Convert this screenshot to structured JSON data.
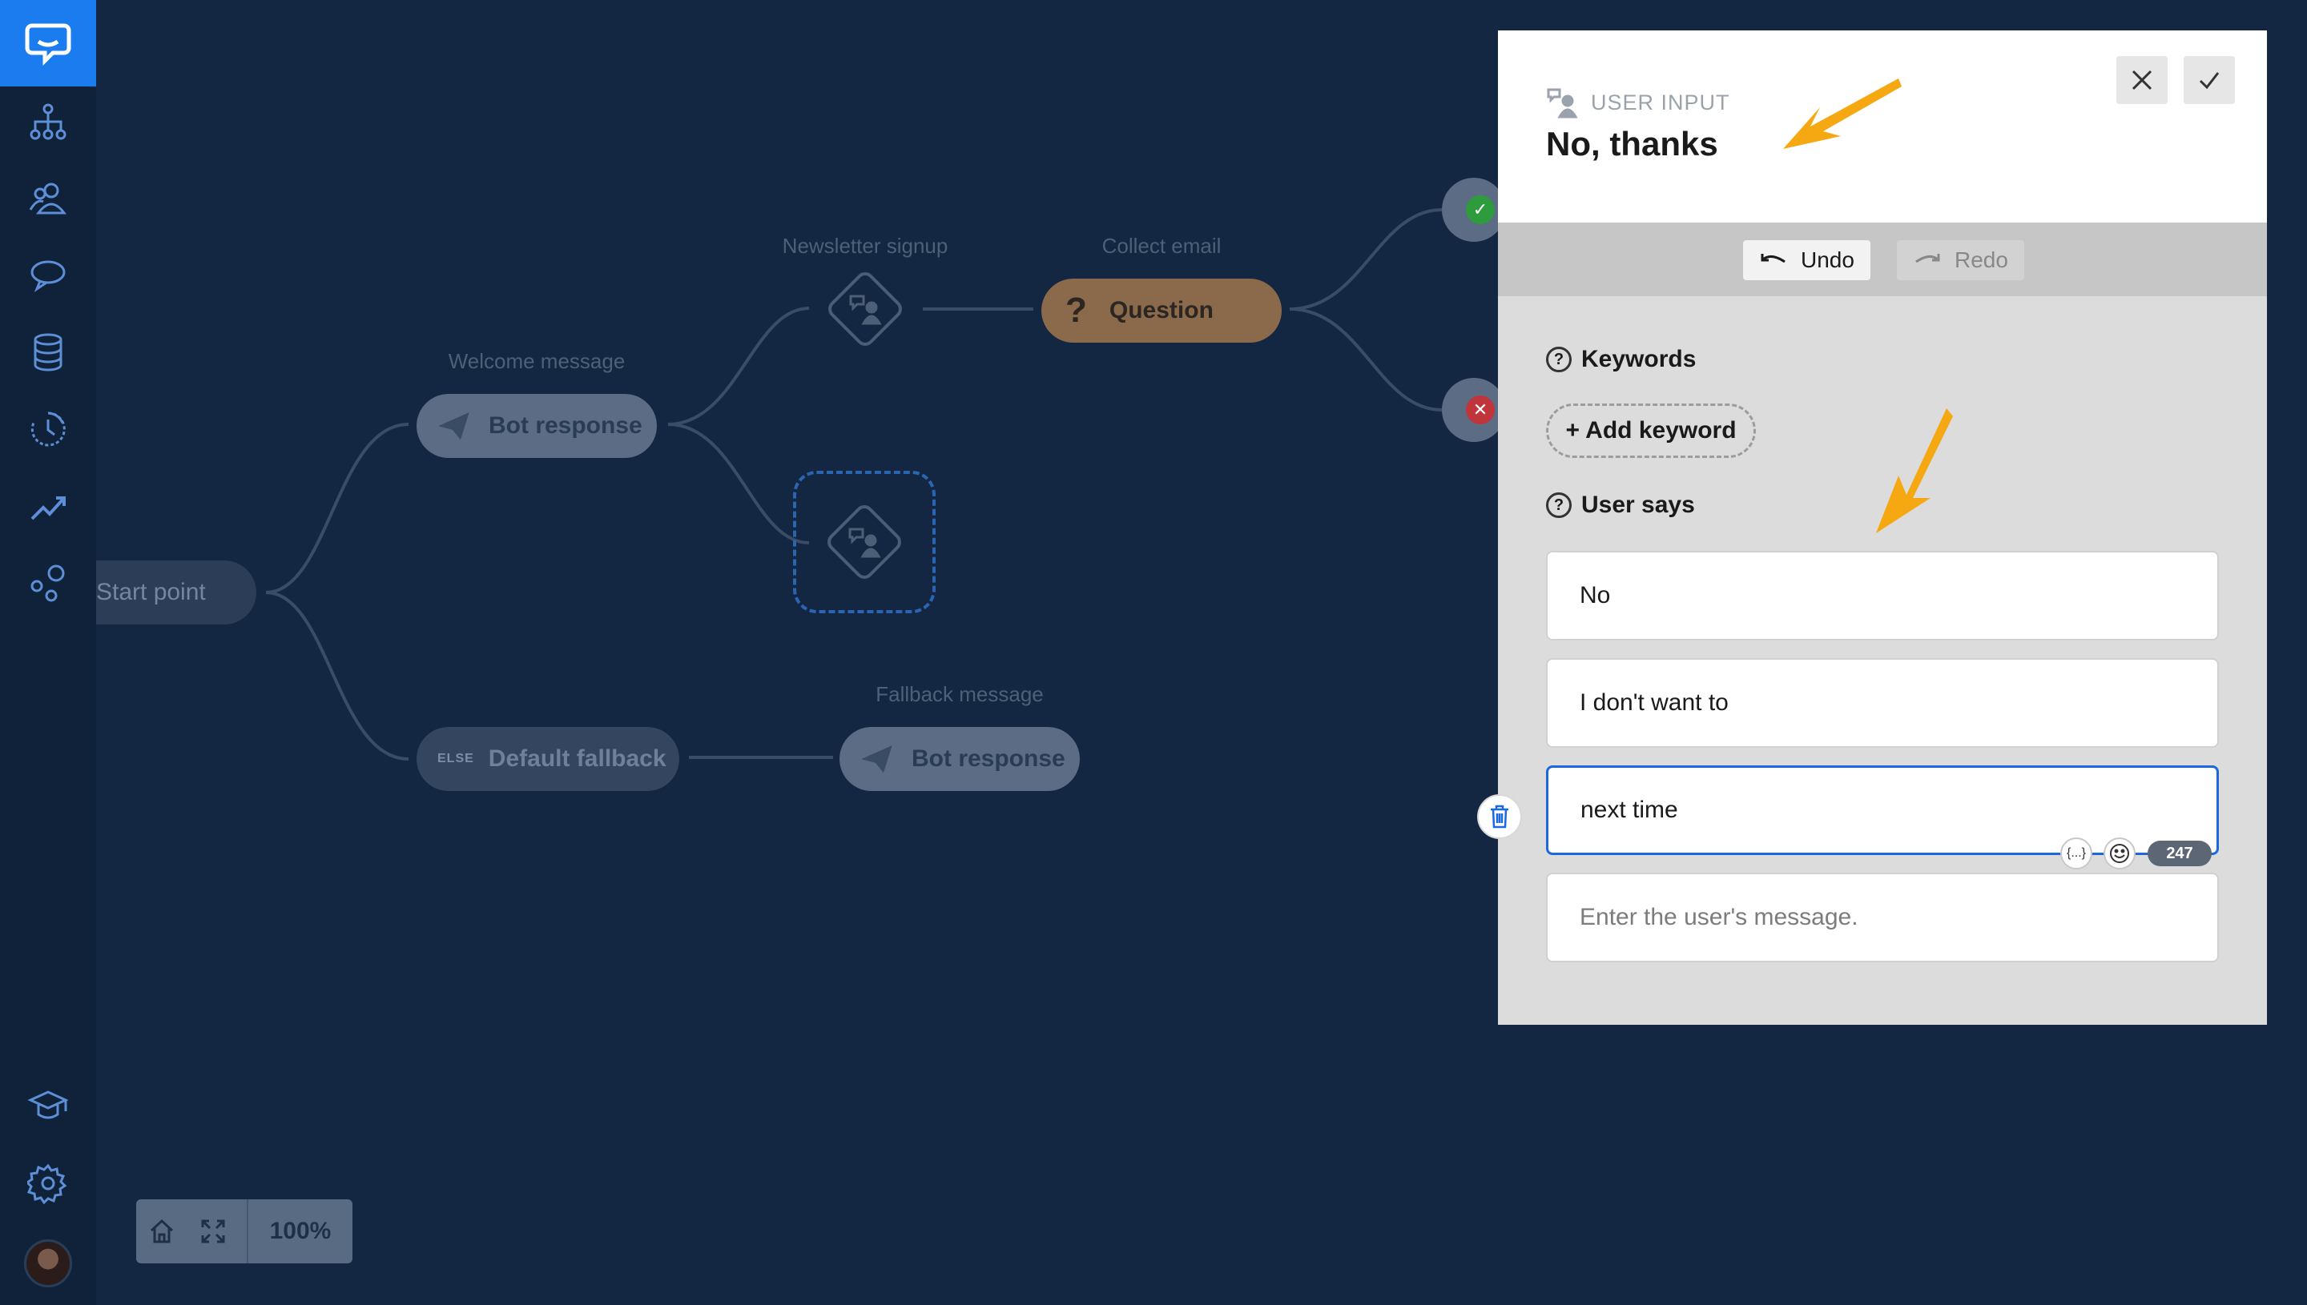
{
  "sidebar": {
    "items": [
      {
        "icon": "chat-bubble-logo-icon"
      },
      {
        "icon": "flow-tree-icon"
      },
      {
        "icon": "users-icon"
      },
      {
        "icon": "conversations-icon"
      },
      {
        "icon": "database-icon"
      },
      {
        "icon": "history-icon"
      },
      {
        "icon": "analytics-icon"
      },
      {
        "icon": "integrations-icon"
      },
      {
        "icon": "academy-icon"
      },
      {
        "icon": "settings-icon"
      }
    ]
  },
  "canvas": {
    "start_label": "Start point",
    "welcome_label": "Welcome message",
    "welcome_node": "Bot response",
    "newsletter_label": "Newsletter signup",
    "collect_label": "Collect email",
    "question_node": "Question",
    "else_tag": "ELSE",
    "fallback_node": "Default fallback",
    "fallback_label": "Fallback message",
    "fallback_bot_node": "Bot response",
    "question_mark": "?",
    "success_mark": "✓",
    "fail_mark": "✕"
  },
  "zoom": {
    "level": "100%"
  },
  "panel": {
    "type_label": "USER INPUT",
    "title": "No, thanks",
    "undo_label": "Undo",
    "redo_label": "Redo",
    "keywords_title": "Keywords",
    "add_keyword": "+ Add keyword",
    "user_says_title": "User says",
    "messages": [
      "No",
      "I don't want to",
      "next time"
    ],
    "input_placeholder": "Enter the user's message.",
    "variable_token": "{...}",
    "char_counter": "247"
  },
  "colors": {
    "accent": "#1b7cf0",
    "background": "#142742",
    "panel": "#dcdcdc",
    "annotation_arrow": "#f5a811",
    "success": "#2e9b3d",
    "error": "#d0343c"
  }
}
